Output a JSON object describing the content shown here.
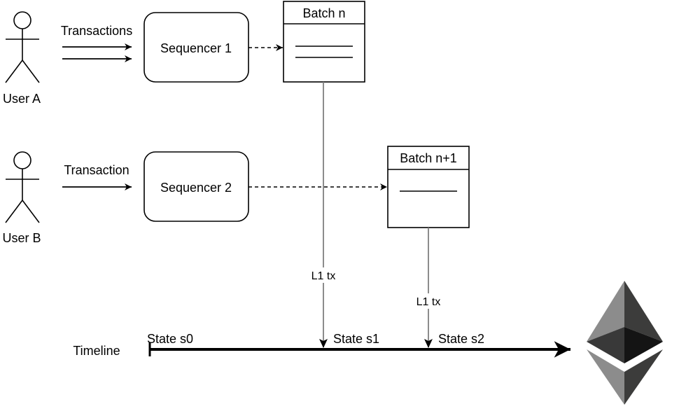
{
  "actors": [
    {
      "label": "User A"
    },
    {
      "label": "User B"
    }
  ],
  "edges": {
    "user_a_label": "Transactions",
    "user_b_label": "Transaction"
  },
  "sequencers": [
    {
      "label": "Sequencer 1"
    },
    {
      "label": "Sequencer 2"
    }
  ],
  "batches": [
    {
      "title": "Batch n"
    },
    {
      "title": "Batch n+1"
    }
  ],
  "l1": {
    "tx_label_1": "L1 tx",
    "tx_label_2": "L1 tx"
  },
  "timeline": {
    "label": "Timeline",
    "states": [
      "State s0",
      "State s1",
      "State s2"
    ]
  },
  "colors": {
    "stroke": "#000000",
    "l1_line": "#7f7f7f",
    "eth_top_left": "#8c8c8c",
    "eth_top_right": "#3c3c3b",
    "eth_mid_left": "#393939",
    "eth_mid_right": "#141414",
    "eth_bottom_left": "#8c8c8c",
    "eth_bottom_right": "#3c3c3b"
  },
  "icons": {
    "logo": "ethereum-logo-icon"
  }
}
